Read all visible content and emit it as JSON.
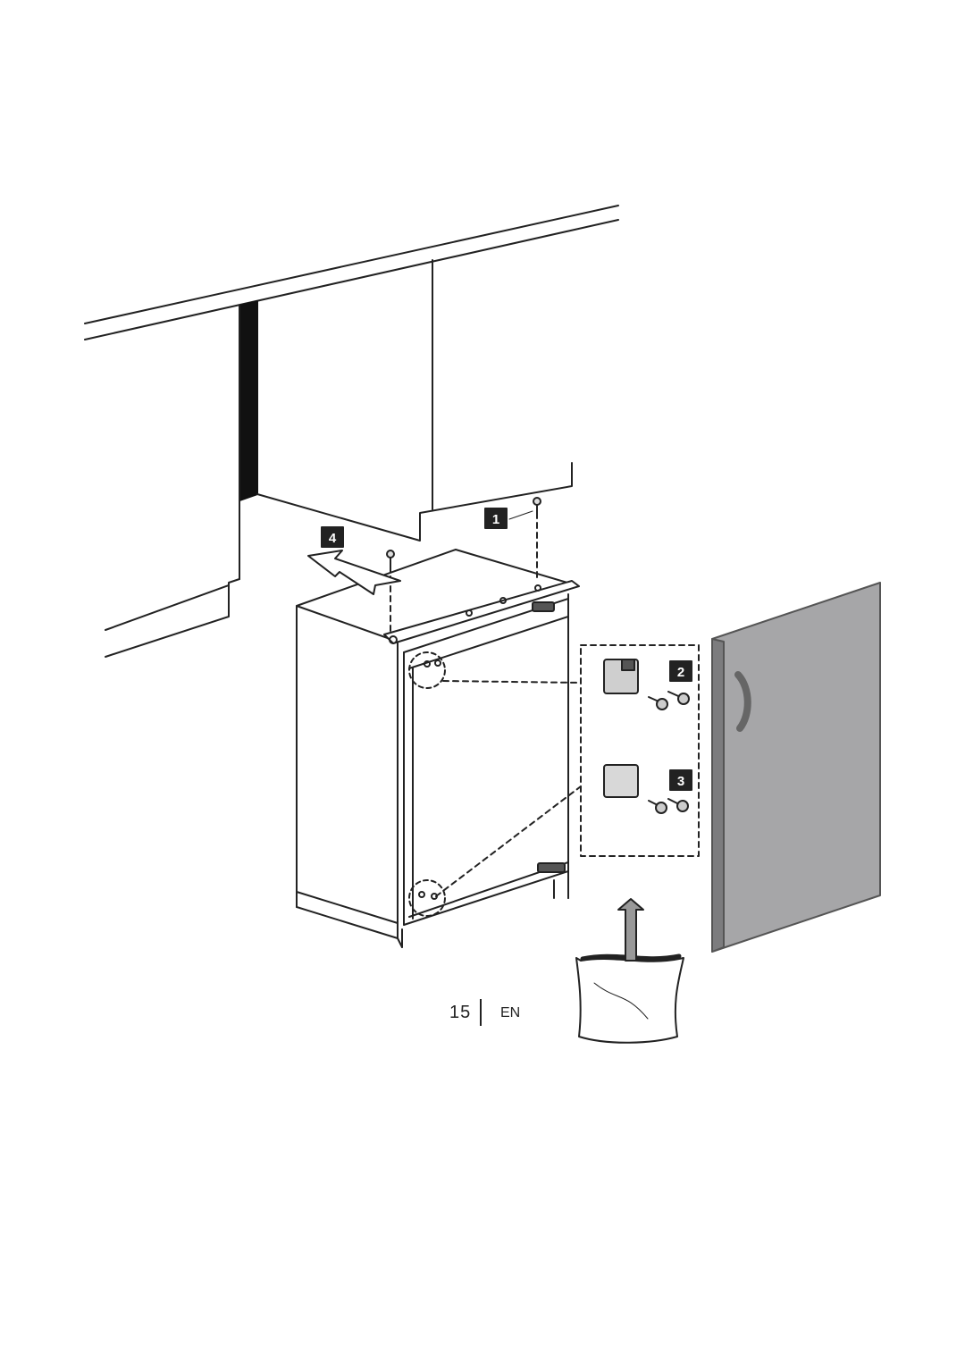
{
  "figure": {
    "steps": [
      "1",
      "2",
      "3",
      "4"
    ]
  },
  "footer": {
    "page_number": "15",
    "language": "EN"
  },
  "colors": {
    "line": "#222222",
    "door_panel": "#a6a6a8",
    "door_edge": "#7c7c7e",
    "badge": "#222222",
    "handle": "#666666"
  }
}
